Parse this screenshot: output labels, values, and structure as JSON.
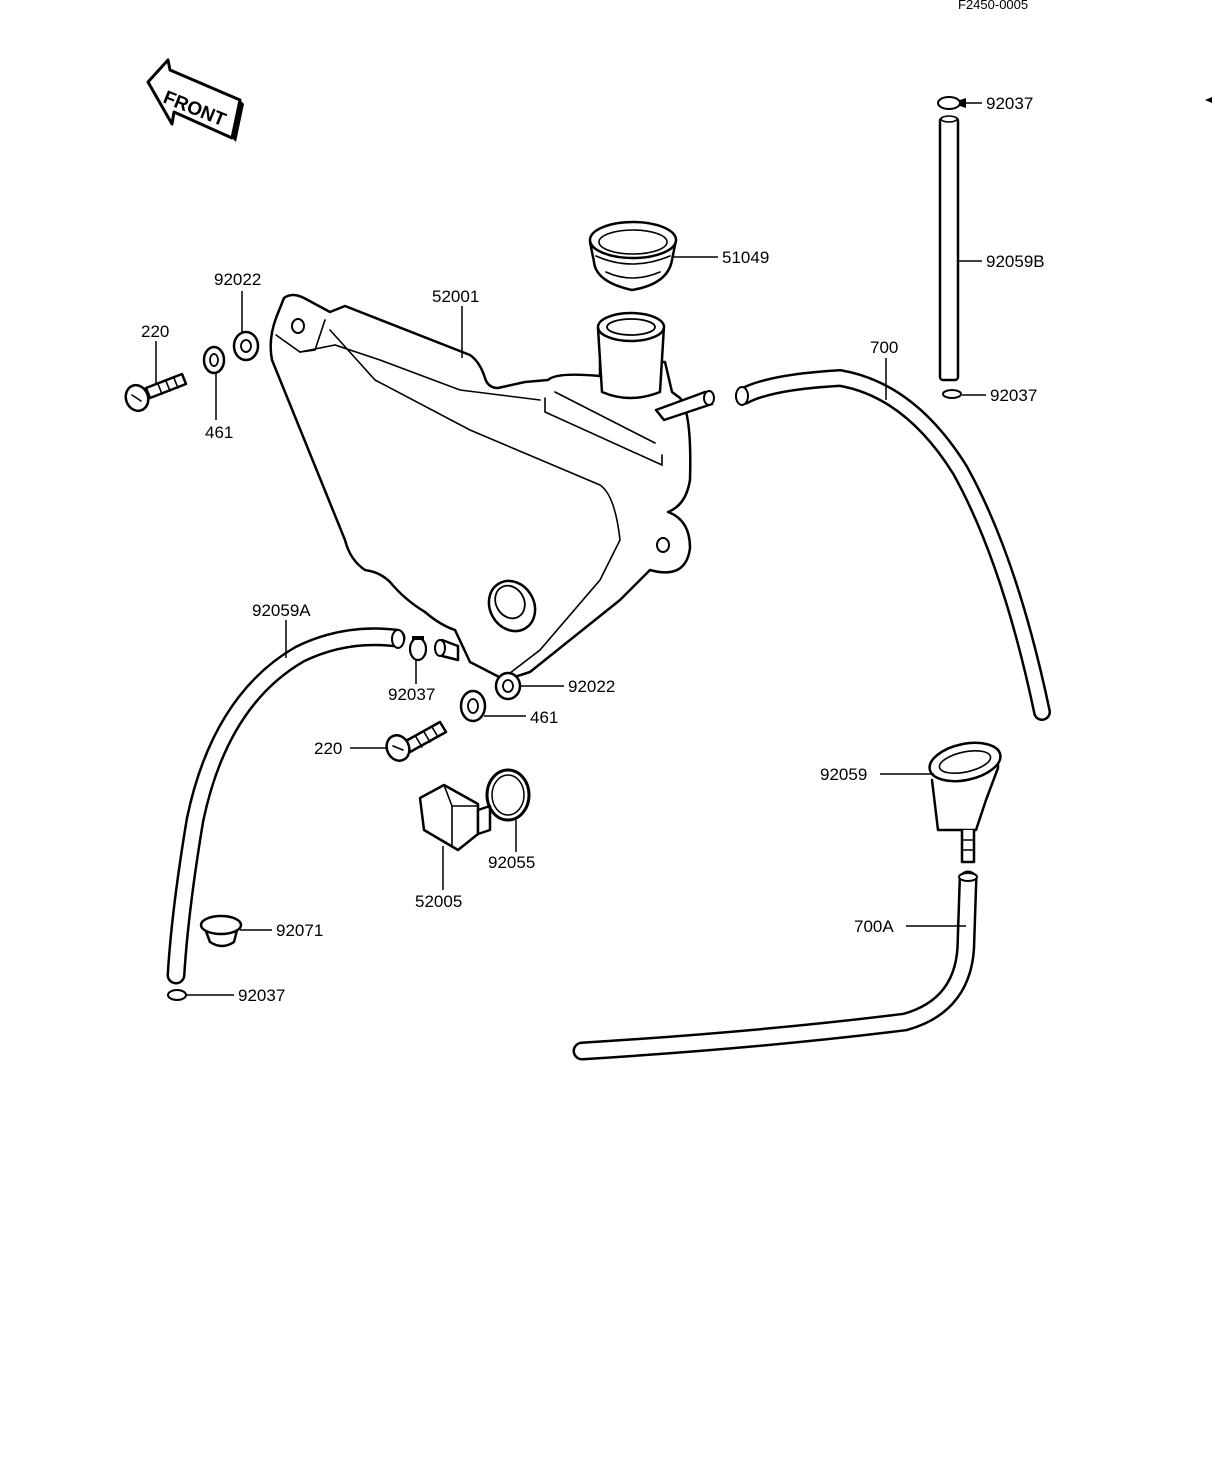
{
  "reference_code": "F2450-0005",
  "front_marker": "FRONT",
  "parts": {
    "p92037_top": "92037",
    "p92059B": "92059B",
    "p92037_mid": "92037",
    "p51049": "51049",
    "p52001": "52001",
    "p92022_left": "92022",
    "p220_left": "220",
    "p461_left": "461",
    "p700": "700",
    "p92059A": "92059A",
    "p92037_clamp": "92037",
    "p92022_low": "92022",
    "p461_low": "461",
    "p220_low": "220",
    "p92055": "92055",
    "p52005": "52005",
    "p92071": "92071",
    "p92037_bottom": "92037",
    "p92059": "92059",
    "p700A": "700A"
  }
}
